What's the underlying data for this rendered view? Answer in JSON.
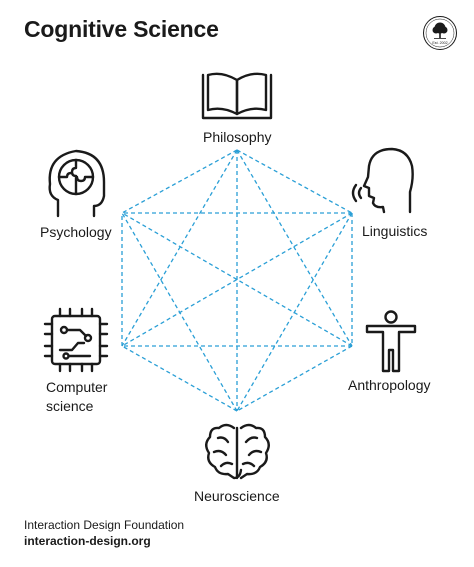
{
  "title": "Cognitive Science",
  "seal": {
    "icon": "tree-seal-icon",
    "text": "Est. 2002"
  },
  "nodes": {
    "philosophy": {
      "label": "Philosophy",
      "icon": "book-icon"
    },
    "linguistics": {
      "label": "Linguistics",
      "icon": "speaking-head-icon"
    },
    "anthropology": {
      "label": "Anthropology",
      "icon": "person-icon"
    },
    "neuroscience": {
      "label": "Neuroscience",
      "icon": "brain-icon"
    },
    "computer_science": {
      "label_line1": "Computer",
      "label_line2": "science",
      "icon": "chip-icon"
    },
    "psychology": {
      "label": "Psychology",
      "icon": "puzzle-head-icon"
    }
  },
  "connections": [
    [
      "philosophy",
      "linguistics"
    ],
    [
      "philosophy",
      "anthropology"
    ],
    [
      "philosophy",
      "neuroscience"
    ],
    [
      "philosophy",
      "computer_science"
    ],
    [
      "philosophy",
      "psychology"
    ],
    [
      "linguistics",
      "anthropology"
    ],
    [
      "linguistics",
      "neuroscience"
    ],
    [
      "linguistics",
      "computer_science"
    ],
    [
      "linguistics",
      "psychology"
    ],
    [
      "anthropology",
      "neuroscience"
    ],
    [
      "anthropology",
      "computer_science"
    ],
    [
      "anthropology",
      "psychology"
    ],
    [
      "neuroscience",
      "computer_science"
    ],
    [
      "neuroscience",
      "psychology"
    ],
    [
      "computer_science",
      "psychology"
    ]
  ],
  "colors": {
    "connector": "#2a9fd6",
    "text": "#1a1a1a"
  },
  "footer": {
    "org": "Interaction Design Foundation",
    "url": "interaction-design.org"
  }
}
